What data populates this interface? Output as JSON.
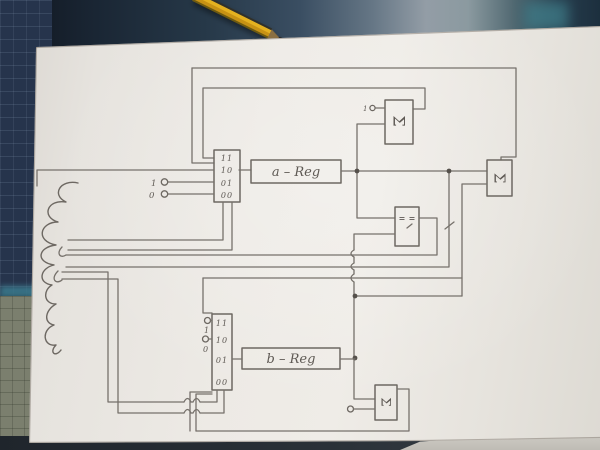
{
  "colors": {
    "desk_blue": "#26344c",
    "mat_olive": "#7b7f6e",
    "paper": "#edeae5",
    "pencil_yellow": "#e4b120",
    "graphite_line": "#76716b"
  },
  "labels": {
    "a_reg": "a – Reg",
    "b_reg": "b – Reg",
    "sigma_top": "Σ",
    "sigma_right": "Σ",
    "sigma_bottom": "Σ",
    "eq_left": "=",
    "eq_right": "=",
    "top_decoder_rows": [
      "11",
      "10",
      "01",
      "00"
    ],
    "bottom_decoder_rows": [
      "11",
      "10",
      "01",
      "00"
    ],
    "top_terminal_one": "1",
    "top_terminal_zero": "0",
    "bottom_terminal_one": "1",
    "bottom_terminal_zero": "0",
    "sigma_top_terminal": "1"
  }
}
